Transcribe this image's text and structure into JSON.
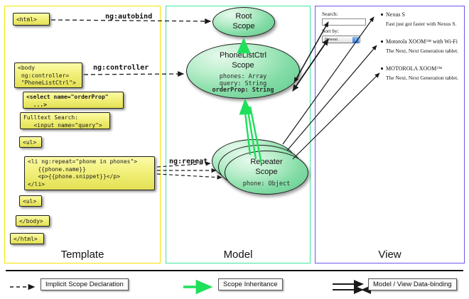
{
  "panels": {
    "template": {
      "label": "Template",
      "border_color": "#f2e500"
    },
    "model": {
      "label": "Model",
      "border_color": "#3ee6a0"
    },
    "view": {
      "label": "View",
      "border_color": "#6a57e8"
    }
  },
  "template_boxes": [
    {
      "id": "html-open",
      "text": "<html>"
    },
    {
      "id": "body-open",
      "text": "<body\n ng:controller=\n \"PhoneListCtrl\">"
    },
    {
      "id": "select-tag",
      "text": "<select name=\"orderProp\"\n  ...>",
      "bold": true
    },
    {
      "id": "search-input",
      "text": "Fulltext Search:\n   <input name=\"query\">"
    },
    {
      "id": "ul-open",
      "text": "<ul>"
    },
    {
      "id": "li-repeat",
      "text": "<li ng:repeat=\"phone in phones\">\n   {{phone.name}}\n   <p>{{phone.snippet}}</p>\n</li>"
    },
    {
      "id": "ul-close",
      "text": "<ul>"
    },
    {
      "id": "body-close",
      "text": "</body>"
    },
    {
      "id": "html-close",
      "text": "</html>"
    }
  ],
  "edge_labels": {
    "autobind": "ng:autobind",
    "controller": "ng:controller",
    "repeat": "ng:repeat"
  },
  "scopes": [
    {
      "id": "root-scope",
      "title_line1": "Root",
      "title_line2": "Scope",
      "props": ""
    },
    {
      "id": "phonelistctrl-scope",
      "title_line1": "PhoneListCtrl",
      "title_line2": "Scope",
      "props_plain": "phones: Array\nquery: String",
      "props_bold": "orderProp: String"
    },
    {
      "id": "repeater-scope",
      "title_line1": "Repeater",
      "title_line2": "Scope",
      "props": "phone: Object",
      "stack_count": 3
    }
  ],
  "view": {
    "search_label": "Search:",
    "search_value": "",
    "sort_label": "Sort by:",
    "sort_selected": "Newest",
    "phones": [
      {
        "name": "Nexus S",
        "snippet": "Fast just got faster with Nexus S."
      },
      {
        "name": "Motorola XOOM™  with Wi-Fi",
        "snippet": "The Next, Next Generation tablet."
      },
      {
        "name": "MOTOROLA XOOM™",
        "snippet": "The Next, Next Generation tablet."
      }
    ]
  },
  "legend": [
    {
      "id": "implicit-scope-declaration",
      "label": "Implicit Scope Declaration",
      "style": "dashed-black"
    },
    {
      "id": "scope-inheritance",
      "label": "Scope Inheritance",
      "style": "solid-green"
    },
    {
      "id": "model-view-data-binding",
      "label": "Model / View Data-binding",
      "style": "double-black"
    }
  ],
  "colors": {
    "scope_green": "#84dca6",
    "inheritance_green": "#1ee05a",
    "code_yellow": "#f2f07a",
    "arrow_black": "#1a1a1a"
  }
}
